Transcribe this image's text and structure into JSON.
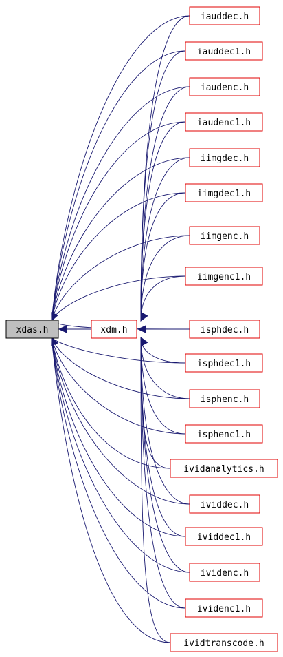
{
  "graph": {
    "root": "xdas.h",
    "hub": "xdm.h",
    "edge_color": "#191970",
    "node_border_color": "#e00000",
    "root_fill_color": "#bfbfbf",
    "files": [
      {
        "id": "iauddec",
        "label": "iauddec.h"
      },
      {
        "id": "iauddec1",
        "label": "iauddec1.h"
      },
      {
        "id": "iaudenc",
        "label": "iaudenc.h"
      },
      {
        "id": "iaudenc1",
        "label": "iaudenc1.h"
      },
      {
        "id": "iimgdec",
        "label": "iimgdec.h"
      },
      {
        "id": "iimgdec1",
        "label": "iimgdec1.h"
      },
      {
        "id": "iimgenc",
        "label": "iimgenc.h"
      },
      {
        "id": "iimgenc1",
        "label": "iimgenc1.h"
      },
      {
        "id": "isphdec",
        "label": "isphdec.h"
      },
      {
        "id": "isphdec1",
        "label": "isphdec1.h"
      },
      {
        "id": "isphenc",
        "label": "isphenc.h"
      },
      {
        "id": "isphenc1",
        "label": "isphenc1.h"
      },
      {
        "id": "ividanalytics",
        "label": "ividanalytics.h"
      },
      {
        "id": "ividdec",
        "label": "ividdec.h"
      },
      {
        "id": "ividdec1",
        "label": "ividdec1.h"
      },
      {
        "id": "ividenc",
        "label": "ividenc.h"
      },
      {
        "id": "ividenc1",
        "label": "ividenc1.h"
      },
      {
        "id": "ividtranscode",
        "label": "ividtranscode.h"
      }
    ]
  }
}
